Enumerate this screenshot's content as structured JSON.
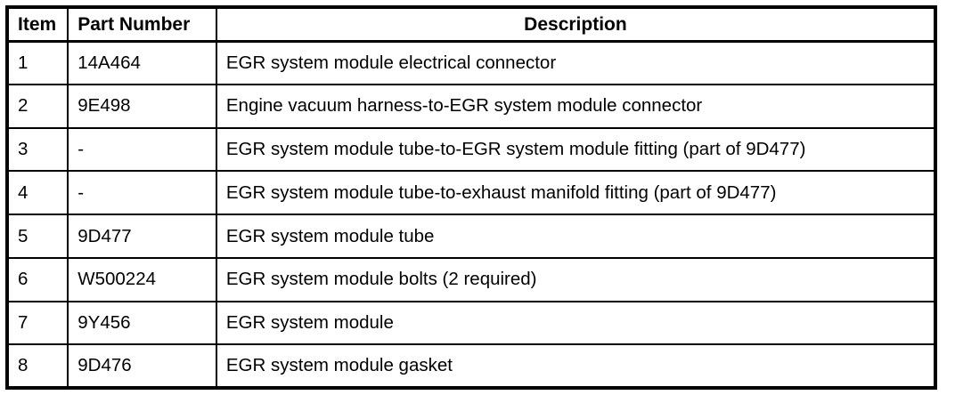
{
  "table": {
    "columns": [
      {
        "key": "item",
        "label": "Item",
        "align": "left"
      },
      {
        "key": "part_number",
        "label": "Part Number",
        "align": "left"
      },
      {
        "key": "description",
        "label": "Description",
        "align": "center"
      }
    ],
    "rows": [
      {
        "item": "1",
        "part_number": "14A464",
        "description": "EGR system module electrical connector"
      },
      {
        "item": "2",
        "part_number": "9E498",
        "description": "Engine vacuum harness-to-EGR system module connector"
      },
      {
        "item": "3",
        "part_number": "-",
        "description": "EGR system module tube-to-EGR system module fitting (part of 9D477)"
      },
      {
        "item": "4",
        "part_number": "-",
        "description": "EGR system module tube-to-exhaust manifold fitting (part of 9D477)"
      },
      {
        "item": "5",
        "part_number": "9D477",
        "description": "EGR system module tube"
      },
      {
        "item": "6",
        "part_number": "W500224",
        "description": "EGR system module bolts (2 required)"
      },
      {
        "item": "7",
        "part_number": "9Y456",
        "description": "EGR system module"
      },
      {
        "item": "8",
        "part_number": "9D476",
        "description": "EGR system module gasket"
      }
    ]
  },
  "colors": {
    "border": "#000000",
    "text": "#000000",
    "background": "#ffffff"
  }
}
